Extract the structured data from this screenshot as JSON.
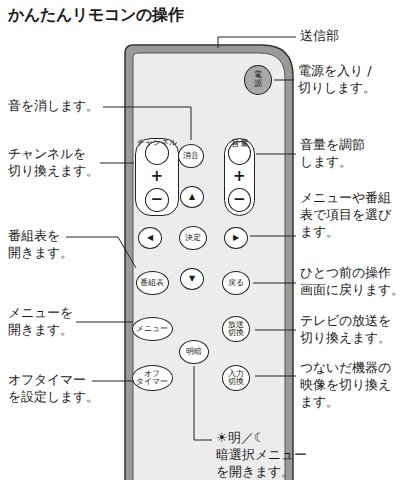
{
  "diagram": {
    "title": "かんたんリモコンの操作",
    "nodes": [
      {
        "text": [
          "電源"
        ]
      },
      {
        "text": [
          "チャンネル"
        ]
      },
      {
        "text": [
          "+"
        ],
        "in": 1
      },
      {
        "text": [
          "−"
        ],
        "in": 1
      },
      {
        "text": [
          "消音"
        ]
      },
      {
        "text": [
          "音量"
        ]
      },
      {
        "text": [
          "+"
        ],
        "in": 5
      },
      {
        "text": [
          "−"
        ],
        "in": 5
      },
      {
        "text": [
          "▲"
        ]
      },
      {
        "text": [
          "◀"
        ]
      },
      {
        "text": [
          "決定"
        ]
      },
      {
        "text": [
          "▶"
        ]
      },
      {
        "text": [
          "番組表"
        ]
      },
      {
        "text": [
          "▼"
        ]
      },
      {
        "text": [
          "戻る"
        ]
      },
      {
        "text": [
          "メニュー"
        ]
      },
      {
        "text": [
          "放送 切換"
        ]
      },
      {
        "text": [
          "明暗"
        ]
      },
      {
        "text": [
          "オフ タイマー"
        ]
      },
      {
        "text": [
          "入力 切換"
        ]
      }
    ],
    "labels": [
      "送信部",
      "電源を入り /切りします。",
      "音を消します。",
      "チャンネルを 切り換えます。",
      "音量を調節 します。",
      "メニューや番組 表で項目を選び ます。",
      "番組表を 開きます。",
      "ひとつ前の操作 画面に戻ります。",
      "メニューを 開きます。",
      "テレビの放送を 切り換えます。",
      "オフタイマー を設定します。",
      "つないだ機器の 映像を切り換え ます。",
      "☀明／☾暗選択メニュー を開きます。"
    ]
  }
}
